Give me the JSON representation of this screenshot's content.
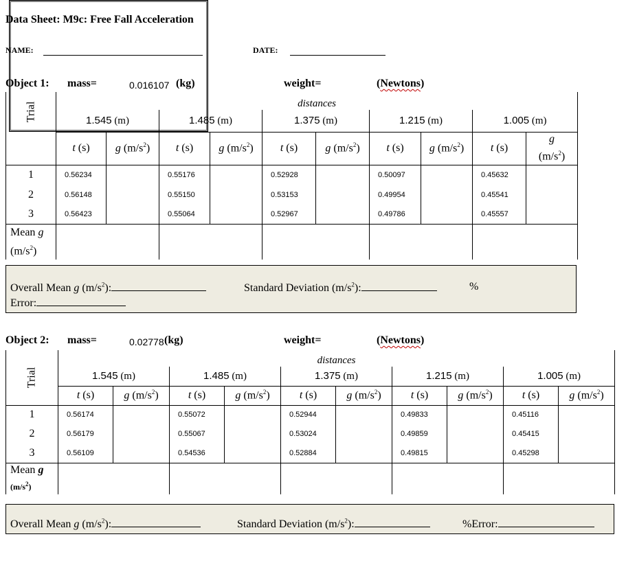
{
  "title": "Data Sheet: M9c: Free Fall Acceleration",
  "name_label": "NAME:",
  "date_label": "DATE:",
  "labels": {
    "mass": "mass=",
    "kg": "(kg)",
    "weight": "weight=",
    "newtons_open": "(",
    "newtons_word": "Newtons",
    "newtons_close": ")",
    "distances": "distances",
    "trial": "Trial",
    "t_var": "t",
    "t_unit": " (s)",
    "g_var": "g",
    "g_unit": " (m/s",
    "sq": "2",
    "close": ")",
    "mean_g": "Mean",
    "m_unit": "(m/s",
    "unit_m": " (m)",
    "overall_mean": "Overall Mean",
    "overall_unit": " (m/s",
    "overall_close": "):",
    "std_dev": "Standard Deviation (m/s",
    "pct": "%",
    "error": "Error:",
    "pct_error": "%Error:"
  },
  "object1": {
    "label": "Object 1:",
    "mass_value": "0.016107",
    "distances": [
      "1.545",
      "1.485",
      "1.375",
      "1.215",
      "1.005"
    ],
    "trials": [
      {
        "n": "1",
        "t": [
          "0.56234",
          "0.55176",
          "0.52928",
          "0.50097",
          "0.45632"
        ]
      },
      {
        "n": "2",
        "t": [
          "0.56148",
          "0.55150",
          "0.53153",
          "0.49954",
          "0.45541"
        ]
      },
      {
        "n": "3",
        "t": [
          "0.56423",
          "0.55064",
          "0.52967",
          "0.49786",
          "0.45557"
        ]
      }
    ]
  },
  "object2": {
    "label": "Object 2:",
    "mass_value": "0.02778",
    "distances": [
      "1.545",
      "1.485",
      "1.375",
      "1.215",
      "1.005"
    ],
    "trials": [
      {
        "n": "1",
        "t": [
          "0.56174",
          "0.55072",
          "0.52944",
          "0.49833",
          "0.45116"
        ]
      },
      {
        "n": "2",
        "t": [
          "0.56179",
          "0.55067",
          "0.53024",
          "0.49859",
          "0.45415"
        ]
      },
      {
        "n": "3",
        "t": [
          "0.56109",
          "0.54536",
          "0.52884",
          "0.49815",
          "0.45298"
        ]
      }
    ]
  }
}
